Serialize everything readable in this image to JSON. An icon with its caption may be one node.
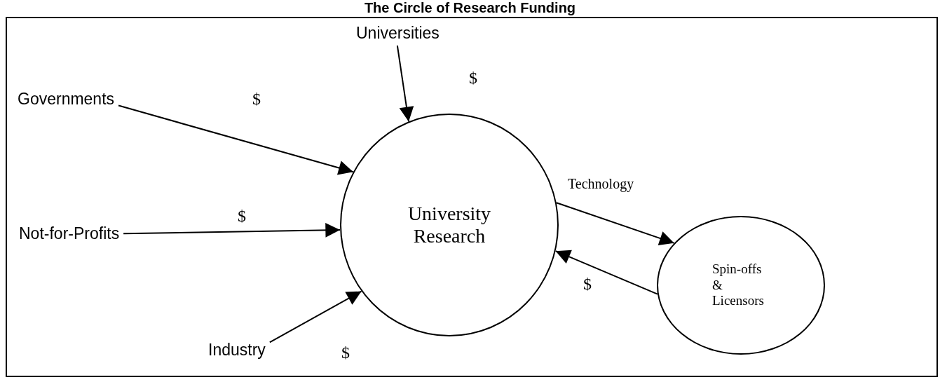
{
  "diagram": {
    "title": "The Circle of Research Funding",
    "nodes": [
      {
        "text": [
          "Universities"
        ]
      },
      {
        "text": [
          "Governments"
        ]
      },
      {
        "text": [
          "Not-for-Profits"
        ]
      },
      {
        "text": [
          "Industry"
        ]
      },
      {
        "text": [
          "University Research"
        ]
      },
      {
        "text": [
          "Spin-offs & Licensors"
        ]
      }
    ],
    "edges": [
      {
        "from": 0,
        "to": 4,
        "arrow": "to",
        "label": "$"
      },
      {
        "from": 1,
        "to": 4,
        "arrow": "to",
        "label": "$"
      },
      {
        "from": 2,
        "to": 4,
        "arrow": "to",
        "label": "$"
      },
      {
        "from": 3,
        "to": 4,
        "arrow": "to",
        "label": "$"
      },
      {
        "from": 4,
        "to": 5,
        "arrow": "to",
        "label": "Technology"
      },
      {
        "from": 5,
        "to": 4,
        "arrow": "to",
        "label": "$"
      }
    ]
  }
}
